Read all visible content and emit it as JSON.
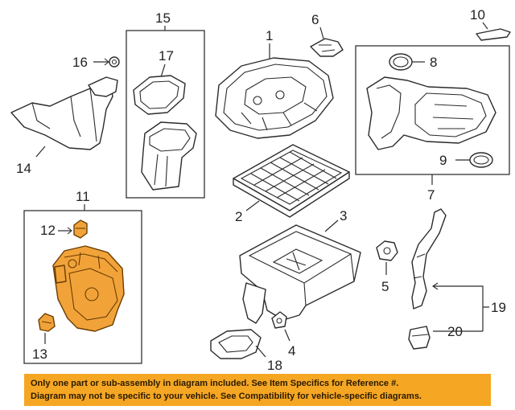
{
  "colors": {
    "highlight_part": "#f1a33a",
    "disclaimer_bar": "#f5a623",
    "line": "#2b2b2b"
  },
  "callouts": {
    "c1": "1",
    "c2": "2",
    "c3": "3",
    "c4": "4",
    "c5": "5",
    "c6": "6",
    "c7": "7",
    "c8": "8",
    "c9": "9",
    "c10": "10",
    "c11": "11",
    "c12": "12",
    "c13": "13",
    "c14": "14",
    "c15": "15",
    "c16": "16",
    "c17": "17",
    "c18": "18",
    "c19": "19",
    "c20": "20"
  },
  "disclaimer": {
    "line1": "Only one part or sub-assembly in diagram included. See Item Specifics for Reference #.",
    "line2": "Diagram may not be specific to your vehicle. See Compatibility for vehicle-specific diagrams."
  }
}
